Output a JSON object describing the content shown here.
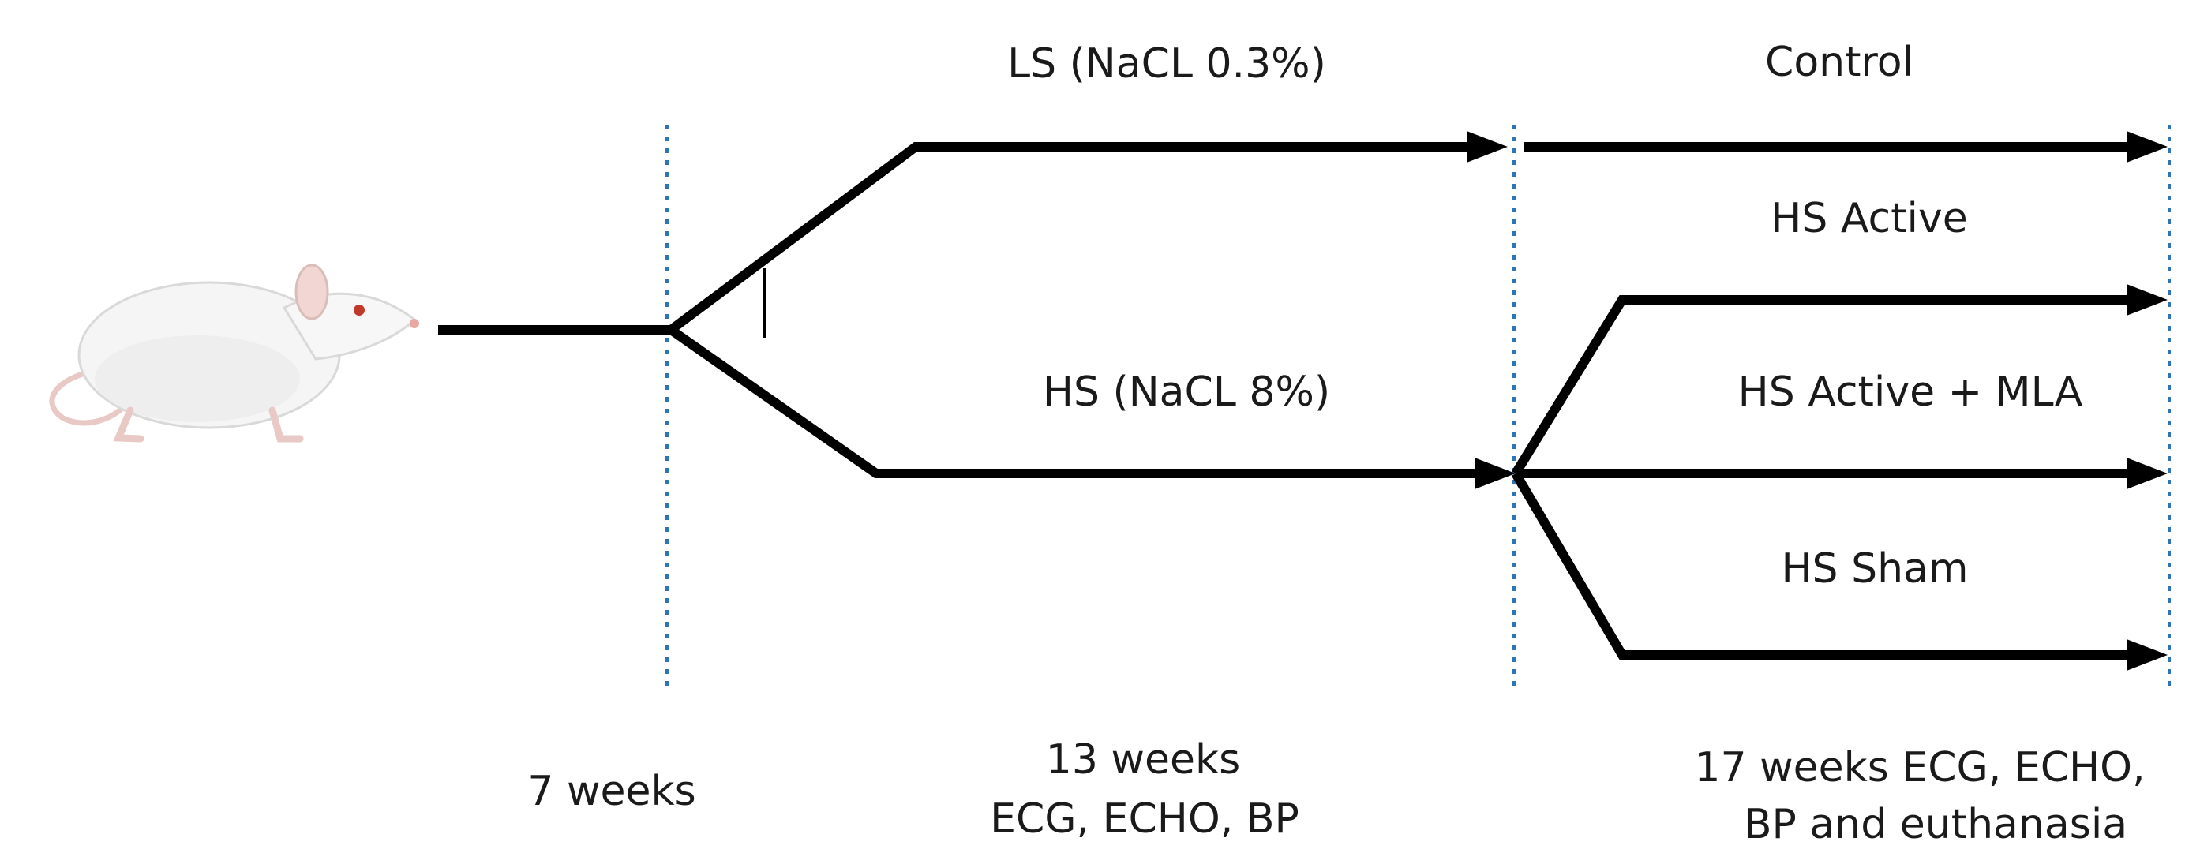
{
  "labels": {
    "ls": "LS (NaCL 0.3%)",
    "control": "Control",
    "hs_active": "HS Active",
    "hs": "HS (NaCL 8%)",
    "hs_active_mla": "HS Active + MLA",
    "hs_sham": "HS Sham"
  },
  "timepoints": {
    "t1": {
      "line1": "7 weeks"
    },
    "t2": {
      "line1": "13 weeks",
      "line2": "ECG, ECHO, BP"
    },
    "t3": {
      "line1": "17 weeks ECG, ECHO,",
      "line2": "BP and euthanasia"
    }
  },
  "colors": {
    "arrows": "#000000",
    "timeline_markers": "#2e75b6",
    "text": "#1a1a1a"
  }
}
